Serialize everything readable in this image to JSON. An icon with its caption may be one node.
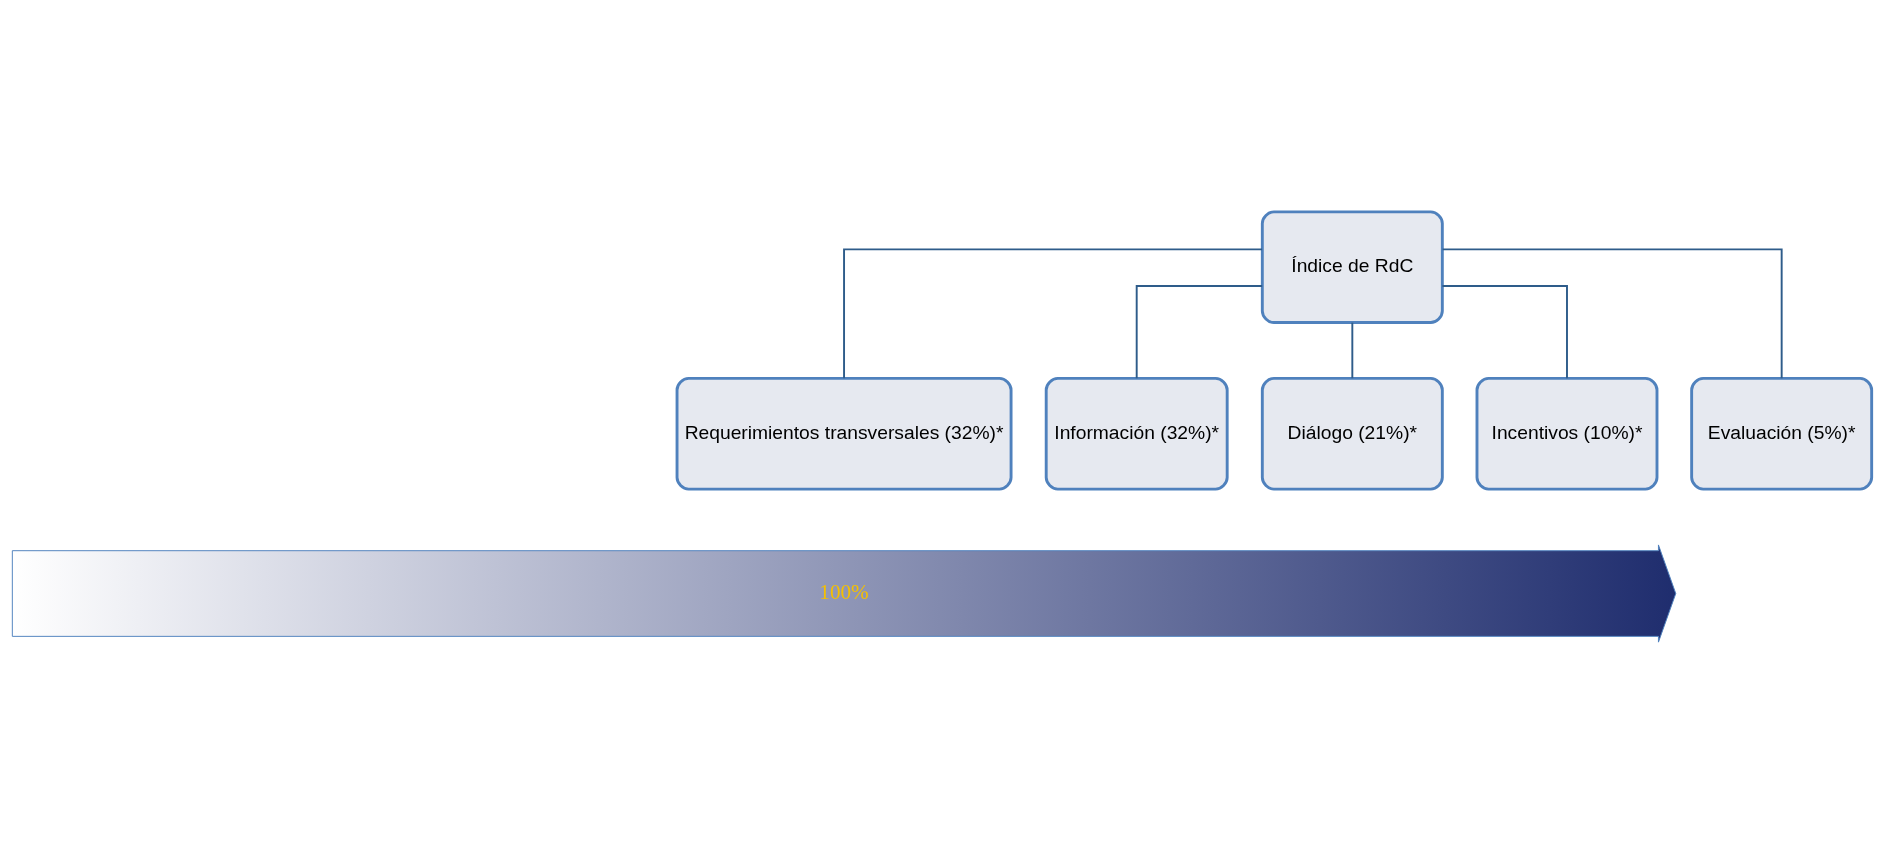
{
  "diagram": {
    "nodes": [
      {
        "text": [
          "Índice de RdC"
        ]
      },
      {
        "text": [
          "Requerimientos transversales (32%)*"
        ]
      },
      {
        "text": [
          "Información (32%)*"
        ]
      },
      {
        "text": [
          "Diálogo (21%)*"
        ]
      },
      {
        "text": [
          "Incentivos (10%)*"
        ]
      },
      {
        "text": [
          "Evaluación (5%)*"
        ]
      },
      {
        "text": [
          "100%"
        ]
      }
    ],
    "edges": [
      {
        "from": 0,
        "to": 1,
        "arrow": "none"
      },
      {
        "from": 0,
        "to": 2,
        "arrow": "none"
      },
      {
        "from": 0,
        "to": 3,
        "arrow": "none"
      },
      {
        "from": 0,
        "to": 4,
        "arrow": "none"
      },
      {
        "from": 0,
        "to": 5,
        "arrow": "none"
      }
    ]
  }
}
